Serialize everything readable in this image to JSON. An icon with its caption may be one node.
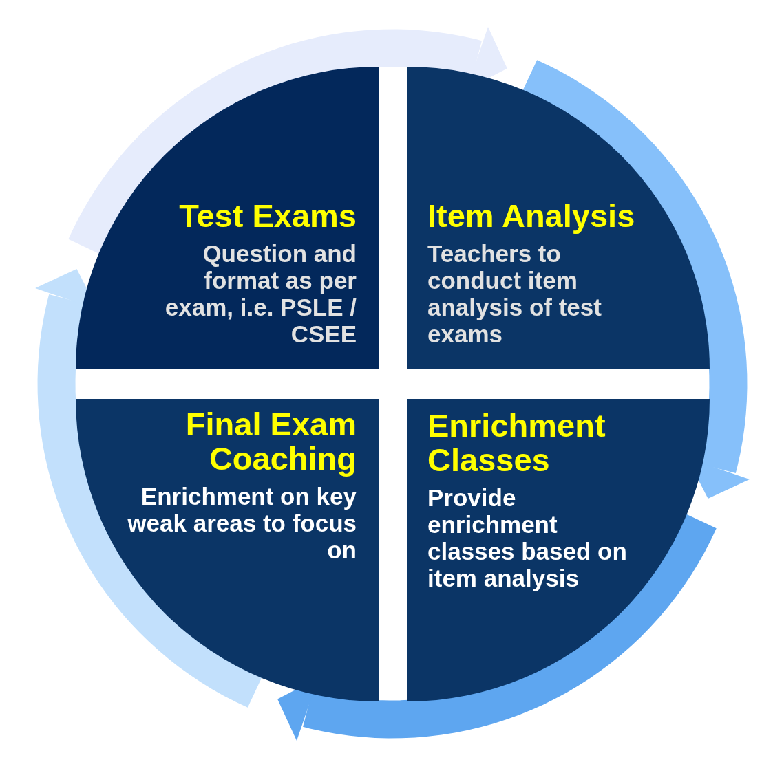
{
  "diagram": {
    "nodes": [
      {
        "text": [
          "Test Exams",
          "Question and format as per exam, i.e. PSLE / CSEE"
        ]
      },
      {
        "text": [
          "Item Analysis",
          "Teachers to conduct item analysis of test exams"
        ]
      },
      {
        "text": [
          "Enrichment Classes",
          "Provide enrichment classes based on item analysis"
        ]
      },
      {
        "text": [
          "Final Exam Coaching",
          "Enrichment on key weak areas to focus on"
        ]
      }
    ],
    "edges": [
      {
        "from": 0,
        "to": 1,
        "arrow": "to",
        "color": "#e6ecfc"
      },
      {
        "from": 1,
        "to": 2,
        "arrow": "to",
        "color": "#86c0fa"
      },
      {
        "from": 2,
        "to": 3,
        "arrow": "to",
        "color": "#5ea6f0"
      },
      {
        "from": 3,
        "to": 0,
        "arrow": "to",
        "color": "#c2e0fc"
      }
    ]
  }
}
